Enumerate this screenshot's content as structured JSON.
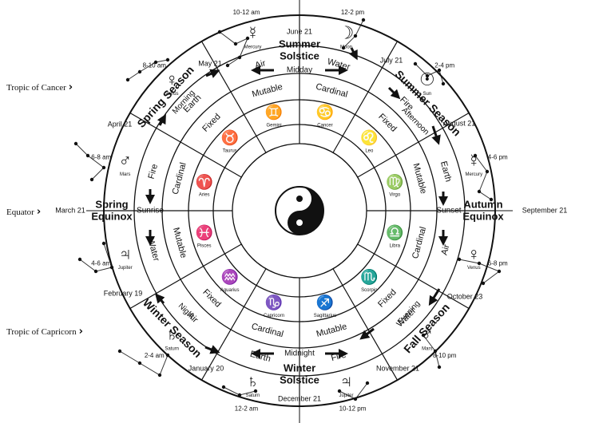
{
  "title": {
    "summer": [
      "Summer",
      "Solstice"
    ],
    "winter": [
      "Winter",
      "Solstice"
    ],
    "spring": [
      "Spring",
      "Equinox"
    ],
    "autumn": [
      "Autumn",
      "Equinox"
    ]
  },
  "points": {
    "midday": "Midday",
    "midnight": "Midnight",
    "sunrise": "Sunrise",
    "sunset": "Sunset"
  },
  "seasons": {
    "spring": "Spring Season",
    "summer": "Summer Season",
    "fall": "Fall Season",
    "winter": "Winter Season"
  },
  "day_parts": {
    "morning": "Morning",
    "afternoon": "Afternoon",
    "evening": "Evening",
    "night": "Night"
  },
  "dates": [
    "June 21",
    "July 21",
    "August 21",
    "September 21",
    "October 23",
    "November 21",
    "December 21",
    "January 20",
    "February 19",
    "March 21",
    "April 21",
    "May 21"
  ],
  "hours": [
    "12-2 pm",
    "2-4 pm",
    "4-6 pm",
    "6-8 pm",
    "8-10 pm",
    "10-12 pm",
    "12-2 am",
    "2-4 am",
    "4-6 am",
    "6-8 am",
    "8-10 am",
    "10-12 am"
  ],
  "planets": [
    "Moon",
    "Sun",
    "Mercury",
    "Venus",
    "Mars",
    "Jupiter",
    "Saturn",
    "Saturn",
    "Jupiter",
    "Mars",
    "Venus",
    "Mercury"
  ],
  "elements": [
    "Water",
    "Fire",
    "Earth",
    "Air",
    "Water",
    "Fire",
    "Earth",
    "Air",
    "Water",
    "Fire",
    "Earth",
    "Air"
  ],
  "qualities": [
    "Cardinal",
    "Fixed",
    "Mutable",
    "Cardinal",
    "Fixed",
    "Mutable",
    "Cardinal",
    "Fixed",
    "Mutable",
    "Cardinal",
    "Fixed",
    "Mutable"
  ],
  "signs": [
    {
      "glyph": "♋",
      "name": "Cancer"
    },
    {
      "glyph": "♌",
      "name": "Leo"
    },
    {
      "glyph": "♍",
      "name": "Virgo"
    },
    {
      "glyph": "♎",
      "name": "Libra"
    },
    {
      "glyph": "♏",
      "name": "Scorpio"
    },
    {
      "glyph": "♐",
      "name": "Sagittarius"
    },
    {
      "glyph": "♑",
      "name": "Capricorn"
    },
    {
      "glyph": "♒",
      "name": "Aquarius"
    },
    {
      "glyph": "♓",
      "name": "Pisces"
    },
    {
      "glyph": "♈",
      "name": "Aries"
    },
    {
      "glyph": "♉",
      "name": "Taurus"
    },
    {
      "glyph": "♊",
      "name": "Gemini"
    }
  ],
  "tropics": {
    "cancer": "Tropic of Cancer",
    "equator": "Equator",
    "capricorn": "Tropic of Capricorn"
  }
}
